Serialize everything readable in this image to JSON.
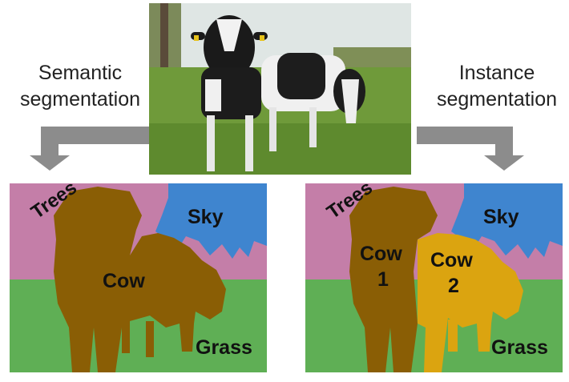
{
  "labels": {
    "semantic_line1": "Semantic",
    "semantic_line2": "segmentation",
    "instance_line1": "Instance",
    "instance_line2": "segmentation"
  },
  "semantic_panel": {
    "trees": "Trees",
    "sky": "Sky",
    "cow": "Cow",
    "grass": "Grass"
  },
  "instance_panel": {
    "trees": "Trees",
    "sky": "Sky",
    "cow1_line1": "Cow",
    "cow1_line2": "1",
    "cow2_line1": "Cow",
    "cow2_line2": "2",
    "grass": "Grass"
  },
  "colors": {
    "sky": "#3f85cf",
    "trees": "#c47ea8",
    "grass": "#5faf55",
    "cow": "#8a5e05",
    "cow2": "#dba410",
    "arrow": "#8c8c8c"
  }
}
